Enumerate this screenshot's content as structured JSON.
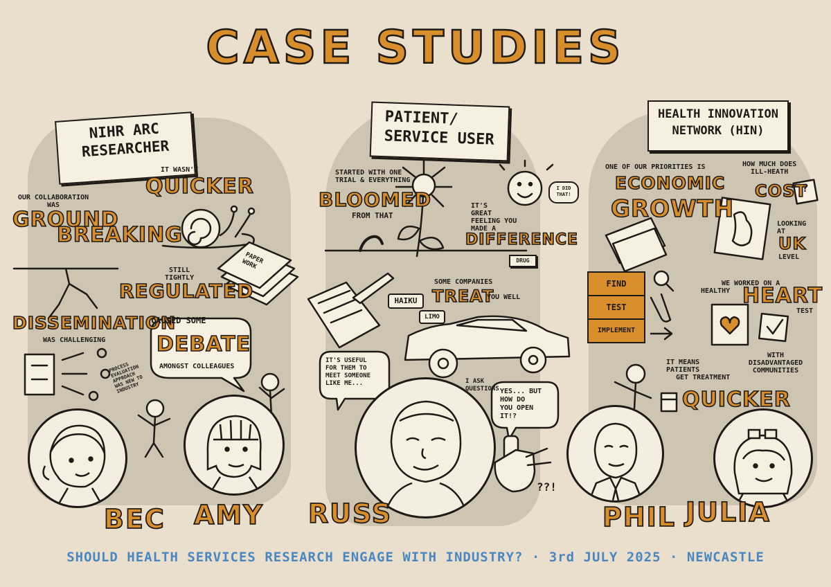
{
  "title": "CASE STUDIES",
  "columns": {
    "researcher": {
      "heading": [
        "NIHR ARC",
        "RESEARCHER"
      ],
      "notes": {
        "wasnt": "IT WASN'T",
        "quicker": "QUICKER",
        "collab": [
          "OUR COLLABORATION",
          "WAS"
        ],
        "ground": "GROUND",
        "breaking": "BREAKING",
        "still": [
          "STILL",
          "TIGHTLY"
        ],
        "regulated": "REGULATED",
        "paperwork": "PAPER WORK",
        "dissemination": "DISSEMINATION",
        "challenging": "WAS CHALLENGING",
        "caused": "CAUSED SOME",
        "debate": "DEBATE",
        "amongst": "AMONGST COLLEAGUES",
        "process": [
          "PROCESS",
          "EVALUATION",
          "APPROACH",
          "WAS NEW TO",
          "INDUSTRY"
        ]
      },
      "people": [
        "BEC",
        "AMY"
      ]
    },
    "patient": {
      "heading": [
        "PATIENT/",
        "SERVICE USER"
      ],
      "notes": {
        "started": [
          "STARTED WITH ONE",
          "TRIAL & EVERYTHING"
        ],
        "bloomed": "BLOOMED",
        "from": "FROM THAT",
        "great": [
          "IT'S",
          "GREAT",
          "FEELING YOU",
          "MADE A"
        ],
        "difference": "DIFFERENCE",
        "didthat": [
          "I DID",
          "THAT!"
        ],
        "drug": "DRUG",
        "haiku": "HAIKU",
        "some": "SOME COMPANIES",
        "treat": "TREAT",
        "youwell": "YOU WELL",
        "limo": "LIMO",
        "useful": [
          "IT'S USEFUL",
          "FOR THEM TO",
          "MEET SOMEONE",
          "LIKE ME..."
        ],
        "ask": [
          "I ASK",
          "QUESTIONS"
        ],
        "yes": [
          "YES... BUT",
          "HOW DO",
          "YOU OPEN",
          "IT!?"
        ],
        "qmarks": "??!"
      },
      "people": [
        "RUSS"
      ]
    },
    "hin": {
      "heading": [
        "HEALTH INNOVATION",
        "NETWORK (HIN)"
      ],
      "notes": {
        "priorities": "ONE OF OUR PRIORITIES IS",
        "economic": "ECONOMIC",
        "growth": "GROWTH",
        "howmuch": [
          "HOW MUCH DOES",
          "ILL-HEATH"
        ],
        "cost": "COST",
        "qmark": "?",
        "looking": [
          "LOOKING",
          "AT"
        ],
        "uk": "UK",
        "level": "LEVEL",
        "steps": [
          "FIND",
          "TEST",
          "IMPLEMENT"
        ],
        "worked": [
          "WE WORKED ON A",
          "HEALTHY"
        ],
        "heart": "HEART",
        "test": "TEST",
        "with": [
          "WITH",
          "DISADVANTAGED",
          "COMMUNITIES"
        ],
        "means": [
          "IT MEANS",
          "PATIENTS",
          "GET TREATMENT"
        ],
        "quicker": "QUICKER"
      },
      "people": [
        "PHIL",
        "JULIA"
      ]
    }
  },
  "footer": "SHOULD HEALTH SERVICES RESEARCH ENGAGE WITH INDUSTRY? · 3rd JULY 2025 · NEWCASTLE",
  "colors": {
    "background": "#e9dfcc",
    "accent": "#d98e2c",
    "ink": "#1e1a16",
    "footer": "#4a86c0",
    "panel": "#cdc4b1"
  }
}
